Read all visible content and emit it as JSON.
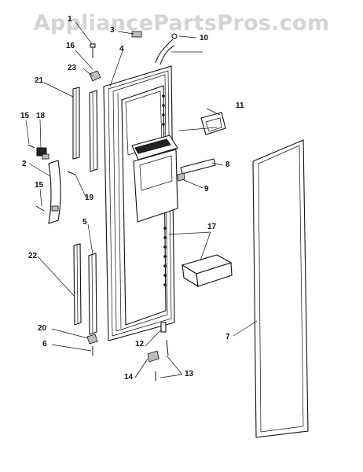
{
  "watermark": "AppliancePartsPros.com",
  "callouts": [
    {
      "id": "c1",
      "text": "1"
    },
    {
      "id": "c2",
      "text": "2"
    },
    {
      "id": "c3",
      "text": "3"
    },
    {
      "id": "c4",
      "text": "4"
    },
    {
      "id": "c5",
      "text": "5"
    },
    {
      "id": "c6",
      "text": "6"
    },
    {
      "id": "c7",
      "text": "7"
    },
    {
      "id": "c8",
      "text": "8"
    },
    {
      "id": "c9",
      "text": "9"
    },
    {
      "id": "c10",
      "text": "10"
    },
    {
      "id": "c11",
      "text": "11"
    },
    {
      "id": "c12",
      "text": "12"
    },
    {
      "id": "c13",
      "text": "13"
    },
    {
      "id": "c14",
      "text": "14"
    },
    {
      "id": "c15a",
      "text": "15"
    },
    {
      "id": "c15b",
      "text": "15"
    },
    {
      "id": "c16",
      "text": "16"
    },
    {
      "id": "c17",
      "text": "17"
    },
    {
      "id": "c18",
      "text": "18"
    },
    {
      "id": "c19",
      "text": "19"
    },
    {
      "id": "c20",
      "text": "20"
    },
    {
      "id": "c21",
      "text": "21"
    },
    {
      "id": "c22",
      "text": "22"
    },
    {
      "id": "c23",
      "text": "23"
    }
  ]
}
